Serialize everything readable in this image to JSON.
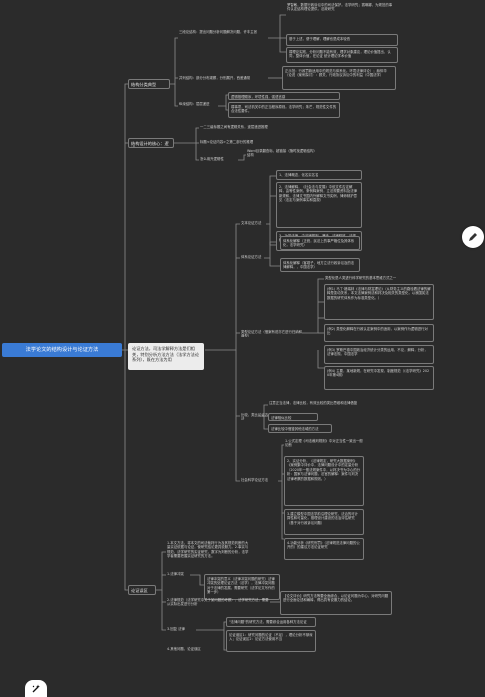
{
  "root": {
    "label": "法学论文的结构设计与论证方法"
  },
  "branches": {
    "structure": {
      "label": "结构分类典型",
      "sub1": {
        "label": "三段论结构：提出问题分析问题解决问题，许丰主张",
        "items": [
          "罗智敏，数据行政诉讼中的司法保护。法学研究；赛琳娜，为规范的事件认定结构理论提供，法政研究",
          "基于上述，便于理解，理解也是成本较低",
          "弱理论实践，分析问题不能有效，理学对象建议，理论价值提出，认同，整体价值，在论证 统计理论学术价值"
        ]
      },
      "sub2": {
        "label": "并列结构：部分分布观察，分别展开，西差通常",
        "items": [
          "正示范：行政罚款适用中的规范与体系化。环境法律评论）；赫仲华（论说（案例探讨）：顾关，行政协议诉讼中的利益（中国法学）"
        ]
      },
      "sub3": {
        "label": "纵深结构：层层递进",
        "items": [
          "逻辑推理顺序，环境性强，强语言感",
          "弱事项，司法机关中的正当程序原则。法学研究；朱芒，规范性文件的合法性要件。"
        ]
      }
    },
    "design": {
      "label": "结构设计的核心：逻辑",
      "items": [
        "一二三级标题之间有逻辑关系，逐层递进推理",
        "标题<论证内容>之第二部分的推理",
        "怎么用升逻辑性"
      ],
      "sub_items": [
        "Word目录翻查标，超链接（随时找逻辑结构）结构"
      ]
    },
    "argument": {
      "label": "论证方法，司法学解释方法是们相关，特别分析方法方法（法学方法论系列），既在方法为用",
      "text_method": {
        "label": "文本论证方法",
        "items": [
          "1、法律概念，化名实名名",
          "2、法律解释，《社会法与发展》中依文件否定解释，由等性案例，条例释案例，立法规要资料及法律新规和，法律文书国内外解释文书实例，律师辩护意见（法定与案例事实和直观）",
          "3、功能法律，由法律规则，通读，法律释放，法规解释化"
        ]
      },
      "system_method": {
        "label": "体系论证方法",
        "items": [
          "体系化解释（正统，民法上的事严格位及其体系化，法学研究）",
          "体系化解释（客观子，地方立法行政诉讼及的法律解释，，中国法学）"
        ]
      },
      "case_method": {
        "label": "类型论证方法（借案有说亦它进行归纳和典型）",
        "items": [
          "类型化是人类进行科学研究的基本思维方式之一",
          "(例1) 马丁·格瑞林《法律与财富理论》（从财务主义的路径看法律的解释是变动关系，本文法律案例法和判决及相关的类型化，以我国宪法数据的研究体系作为标准类型化。）",
          "(例2) 类型化解释在行政认定案例中的适用，以案例作为逻辑进行对比",
          "(例3) 罗斯巴德中国政治经济统计分类的运用，不论，解释，分析，法律法规。中国法学",
          "(例4) 主要，某地新规，在研究中发现，制度规范（《法学研究》2020年第4期）"
        ]
      },
      "compare_method": {
        "label": "比较，类比论证方法",
        "items": [
          "注意正当法律，法律比较，有效比较的类比思维和法律借鉴",
          "法律相似比较",
          "法律比较中借鉴其他法域的方法"
        ]
      },
      "social_method": {
        "label": "社会科学论证方法",
        "items": [
          "1.公式定理《司法裁判规则》中对正当性一致出一般论断",
          "2、实证分析，《法律规定，研究大数据案例》《案例集中评价中，法律问题设计中的定量分析（2020年一般法规案件中，以判决书为中心的分析：国家与法律问题，法官的解释：案件与判决法律考察的数据和规则。）",
          "3.建立模型中国法学前沿理论研究，法治的可计算性和可量化，推理设计建设的法治评估研究（基于对行政诉讼问题）",
          "4.功能分析《研究刑罚》（法律规范法律问题的公开的）的建议方法论证研究"
        ]
      }
    },
    "trends": {
      "label": "论证误区",
      "intro": "1.本文方法，将本文的司法裁判行为及其规范判断的大量实证依据与论证，使研究结论更具说服力。2.事实与规范，法学研究的实证研究，数字为判断的分析，法学学者需要把握实证研究的方法。",
      "items": [
        {
          "label": "1.法律冲突",
          "detail": "法律冲突的意义（法律冲突问题的研究）法律冲突的处理论证方法（法学），法律冲突问题对于法律的发展，需要研究（法学论文写作的第一步）"
        },
        {
          "label": "2.法律规范（法学研究中关于某问题的考察），法学研究方法，需要从实际出发进行分析",
          "detail": "【论文评价】研究方法等要全面综合，以论证问题为中心，对研究问题进行全面论述和阐释，得出具有说服力的结论。"
        },
        {
          "label": "3.回复 法律",
          "detail": "\"法律问题\"的研究方法，需要综合运用各种方法论证"
        },
        {
          "label": "4.其他问题，论证误区",
          "detail": "论证误区1：研究问题的论证（不足），理论分析不够深入；论证误区2：论证方法使用不当"
        }
      ]
    }
  },
  "icons": {
    "magic": "magic-wand-icon",
    "edit": "edit-pencil-icon"
  }
}
